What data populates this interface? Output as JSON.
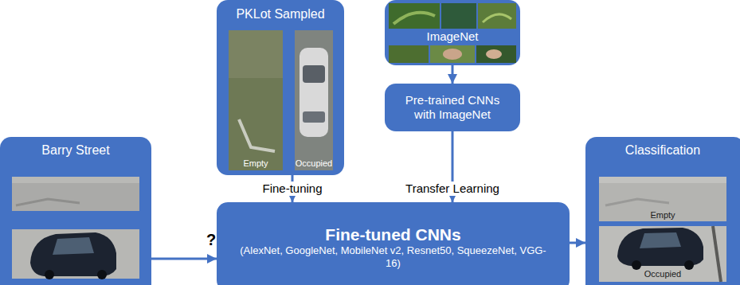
{
  "diagram": {
    "nodes": [
      {
        "text": [
          "Barry Street"
        ]
      },
      {
        "text": [
          "PKLot Sampled",
          "Empty",
          "Occupied"
        ]
      },
      {
        "text": [
          "ImageNet"
        ]
      },
      {
        "text": [
          "Pre-trained CNNs with ImageNet"
        ]
      },
      {
        "text": [
          "Fine-tuned CNNs",
          "(AlexNet, GoogleNet, MobileNet v2, Resnet50, SqueezeNet, VGG-16)"
        ]
      },
      {
        "text": [
          "Classification",
          "Empty",
          "Occupied"
        ]
      }
    ],
    "edges": [
      {
        "from": 0,
        "to": 4,
        "arrow": "to",
        "label": "?"
      },
      {
        "from": 1,
        "to": 4,
        "arrow": "to",
        "label": "Fine-tuning"
      },
      {
        "from": 2,
        "to": 3,
        "arrow": "to"
      },
      {
        "from": 3,
        "to": 4,
        "arrow": "to",
        "label": "Transfer Learning"
      },
      {
        "from": 4,
        "to": 5,
        "arrow": "to"
      }
    ]
  }
}
